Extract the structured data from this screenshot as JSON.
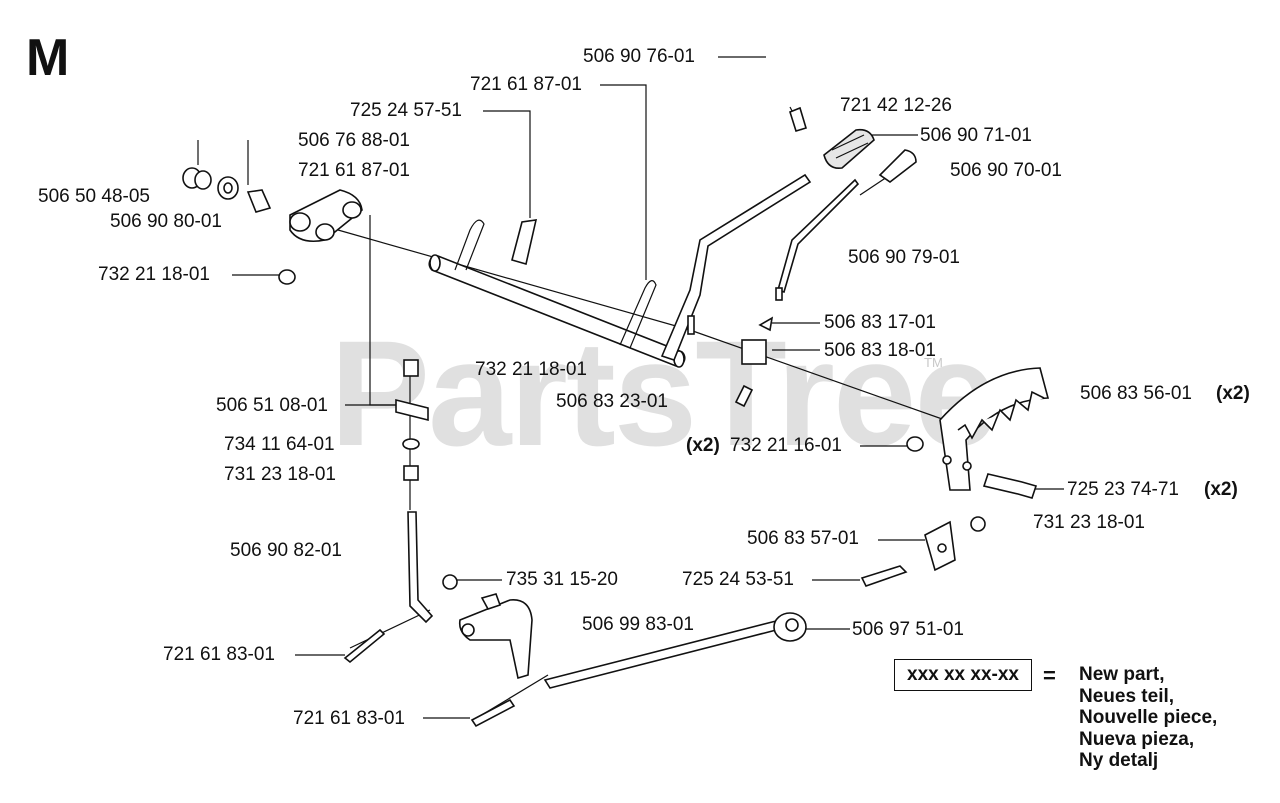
{
  "section_letter": "M",
  "watermark": "PartsTree",
  "watermark_tm": "TM",
  "labels": {
    "p_506907601": "506 90 76-01",
    "p_721618701_top": "721 61 87-01",
    "p_721421226": "721 42 12-26",
    "p_725245751": "725 24 57-51",
    "p_506907101": "506 90 71-01",
    "p_506768801": "506 76 88-01",
    "p_721618701_mid": "721 61 87-01",
    "p_506907001": "506 90 70-01",
    "p_506504805": "506 50 48-05",
    "p_506908001": "506 90 80-01",
    "p_506907901": "506 90 79-01",
    "p_732211801_a": "732 21 18-01",
    "p_506831701": "506 83 17-01",
    "p_506831801": "506 83 18-01",
    "p_732211801_b": "732 21 18-01",
    "p_506832301": "506 83 23-01",
    "p_506835601": "506 83 56-01",
    "p_506835601_mult": "(x2)",
    "p_506510801": "506 51 08-01",
    "p_732211601_mult": "(x2)",
    "p_732211601": "732 21 16-01",
    "p_734116401": "734 11 64-01",
    "p_731231801_a": "731 23 18-01",
    "p_725237471": "725 23 74-71",
    "p_725237471_mult": "(x2)",
    "p_731231801_b": "731 23 18-01",
    "p_506835701": "506 83 57-01",
    "p_506908201": "506 90 82-01",
    "p_735311520": "735 31 15-20",
    "p_725245351": "725 24 53-51",
    "p_506998301": "506 99 83-01",
    "p_506975101": "506 97 51-01",
    "p_721618301_a": "721 61 83-01",
    "p_721618301_b": "721 61 83-01"
  },
  "legend": {
    "box": "xxx xx xx-xx",
    "equals": "=",
    "lines": [
      "New part,",
      "Neues teil,",
      "Nouvelle piece,",
      "Nueva pieza,",
      "Ny detalj"
    ]
  }
}
